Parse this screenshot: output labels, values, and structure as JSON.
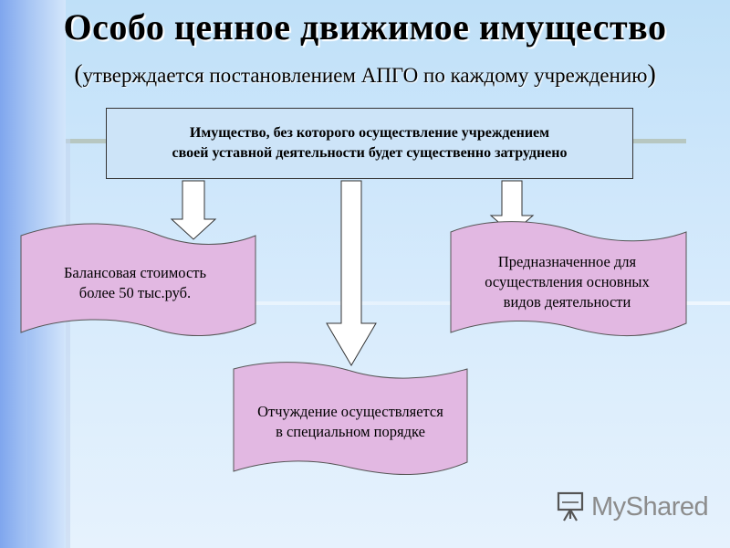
{
  "title": "Особо ценное движимое имущество",
  "subtitle": {
    "open": "(",
    "text": "утверждается постановлением АПГО по каждому учреждению",
    "close": ")"
  },
  "top_box": {
    "line1": "Имущество, без которого осуществление учреждением",
    "line2": "своей уставной деятельности будет существенно затруднено"
  },
  "left_doc": {
    "line1": "Балансовая стоимость",
    "line2": "более 50 тыс.руб."
  },
  "right_doc": {
    "line1": "Предназначенное для",
    "line2": "осуществления основных",
    "line3": "видов деятельности"
  },
  "bottom_doc": {
    "line1": "Отчуждение осуществляется",
    "line2": "в специальном порядке"
  },
  "logo": {
    "text": "MyShared",
    "icon": "presentation-board-icon"
  },
  "colors": {
    "doc_fill": "#e2b8e2",
    "box_fill": "#cde4f8",
    "arrow_fill": "#ffffff"
  }
}
